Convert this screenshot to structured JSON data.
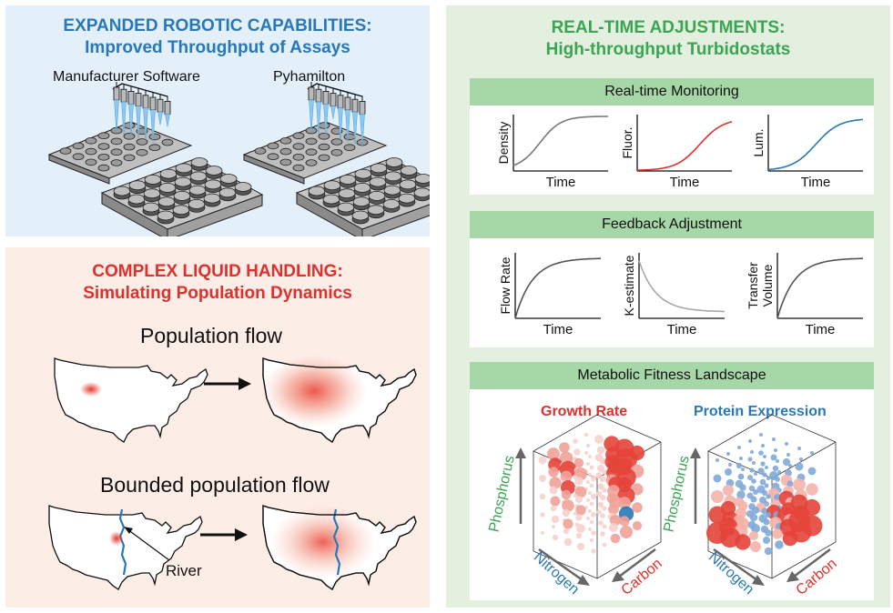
{
  "robotic": {
    "title": "EXPANDED ROBOTIC CAPABILITIES:",
    "subtitle": "Improved Throughput of Assays",
    "left_label": "Manufacturer Software",
    "right_label": "Pyhamilton"
  },
  "liquid": {
    "title": "COMPLEX LIQUID HANDLING:",
    "subtitle": "Simulating Population Dynamics",
    "flow_label": "Population flow",
    "bounded_label": "Bounded population flow",
    "river_label": "River"
  },
  "realtime": {
    "title": "REAL-TIME ADJUSTMENTS:",
    "subtitle": "High-throughput Turbidostats",
    "monitoring": {
      "header": "Real-time Monitoring",
      "plots": [
        {
          "ylabel": "Density",
          "xlabel": "Time"
        },
        {
          "ylabel": "Fluor.",
          "xlabel": "Time"
        },
        {
          "ylabel": "Lum.",
          "xlabel": "Time"
        }
      ]
    },
    "feedback": {
      "header": "Feedback Adjustment",
      "plots": [
        {
          "ylabel": "Flow Rate",
          "xlabel": "Time"
        },
        {
          "ylabel": "K-estimate",
          "xlabel": "Time"
        },
        {
          "ylabel1": "Transfer",
          "ylabel2": "Volume",
          "xlabel": "Time"
        }
      ]
    },
    "landscape": {
      "header": "Metabolic Fitness Landscape",
      "left_title": "Growth Rate",
      "right_title": "Protein Expression",
      "axis_p": "Phosphorus",
      "axis_n": "Nitrogen",
      "axis_c": "Carbon"
    }
  },
  "colors": {
    "blue": "#2878b8",
    "red": "#e0302d",
    "green": "#3aa552",
    "tip_blue": "#8ec8ee"
  }
}
